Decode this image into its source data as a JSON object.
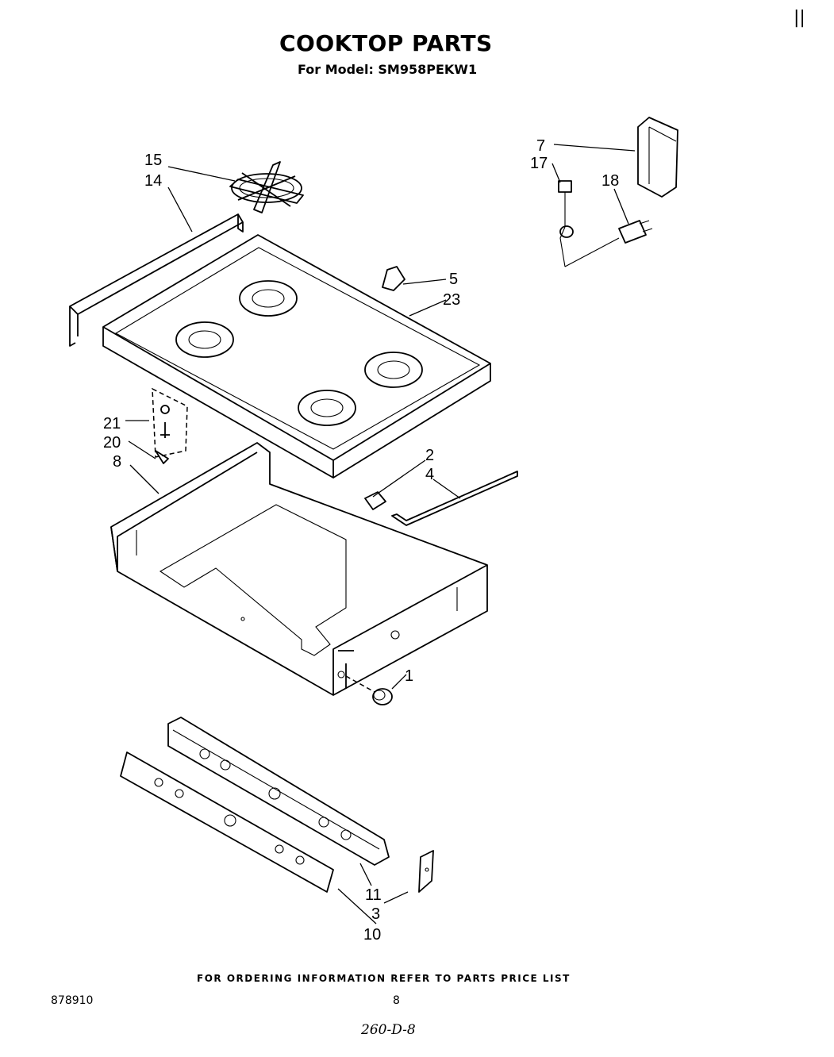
{
  "header": {
    "title": "COOKTOP PARTS",
    "subtitle": "For Model: SM958PEKW1"
  },
  "footer": {
    "ordering_note": "FOR ORDERING INFORMATION REFER TO PARTS PRICE LIST",
    "doc_number": "878910",
    "page_number": "8",
    "handwritten_note": "260-D-8",
    "corner_mark": "||"
  },
  "callouts": {
    "c1": "1",
    "c2": "2",
    "c3": "3",
    "c4": "4",
    "c5": "5",
    "c7": "7",
    "c8": "8",
    "c10": "10",
    "c11": "11",
    "c14": "14",
    "c15": "15",
    "c17": "17",
    "c18": "18",
    "c20": "20",
    "c21": "21",
    "c23": "23"
  }
}
